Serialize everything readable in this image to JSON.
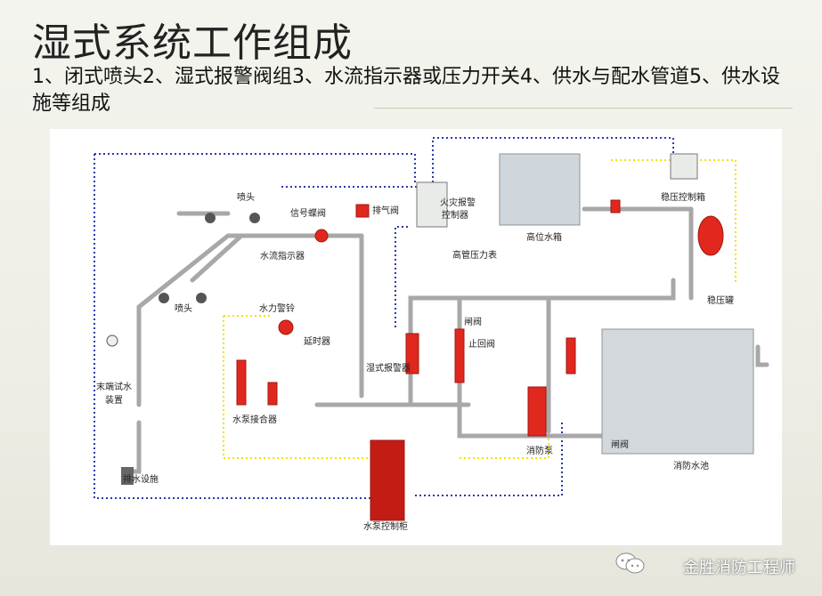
{
  "slide": {
    "title": "湿式系统工作组成",
    "subtitle": "1、闭式喷头2、湿式报警阀组3、水流指示器或压力开关4、供水与配水管道5、供水设施等组成"
  },
  "diagram": {
    "labels": {
      "sprinkler_top": "喷头",
      "sprinkler_bottom": "喷头",
      "signal_valve": "信号蝶阀",
      "exhaust_valve": "排气阀",
      "flow_indicator": "水流指示器",
      "fire_alarm_controller_1": "火灾报警",
      "fire_alarm_controller_2": "控制器",
      "high_tank_gauge": "高管压力表",
      "high_tank": "高位水箱",
      "regulator_box": "稳压控制箱",
      "regulator_tank": "稳压罐",
      "water_gong": "水力警铃",
      "retard_chamber": "延时器",
      "wet_alarm_valve": "湿式报警器",
      "end_test_1": "末端试水",
      "end_test_2": "装置",
      "pump_connector": "水泵接合器",
      "drain": "排水设施",
      "gate_valve_top": "闸阀",
      "check_valve": "止回阀",
      "fire_pump": "消防泵",
      "gate_valve_bottom": "闸阀",
      "fire_pool": "消防水池",
      "pump_control_cabinet": "水泵控制柜"
    }
  },
  "watermark": {
    "text": "金胜消防工程师",
    "icon": "wechat-icon"
  },
  "colors": {
    "pipe": "#a8a8a8",
    "pipe_dark": "#7a7a7a",
    "red": "#e0281e",
    "signal_blue": "#2a3aa8",
    "signal_yellow": "#f2e200"
  }
}
